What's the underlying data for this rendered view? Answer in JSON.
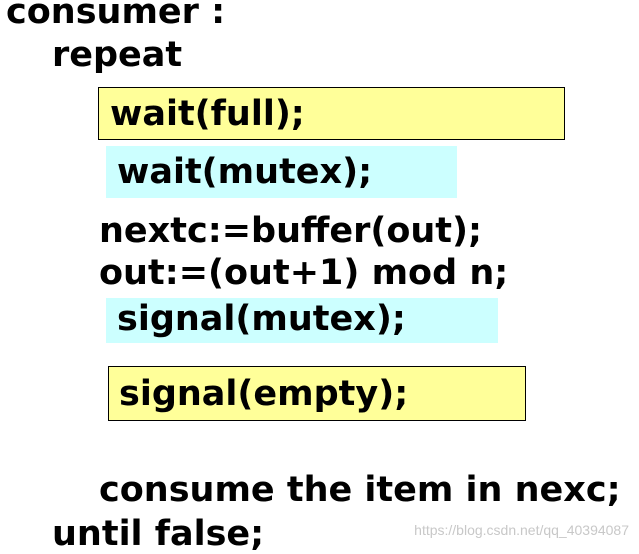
{
  "code": {
    "header": "consumer :",
    "repeat": "repeat",
    "wait_full": "wait(full);",
    "wait_mutex": "wait(mutex);",
    "nextc": "nextc:=buffer(out);",
    "out_update": "out:=(out+1) mod n;",
    "signal_mutex": "signal(mutex);",
    "signal_empty": "signal(empty);",
    "consume": "consume the item in nexc;",
    "until": "until  false;"
  },
  "colors": {
    "semaphore_full_empty_highlight": "#ffff99",
    "mutex_highlight": "#ccffff"
  },
  "watermark": "https://blog.csdn.net/qq_40394087"
}
